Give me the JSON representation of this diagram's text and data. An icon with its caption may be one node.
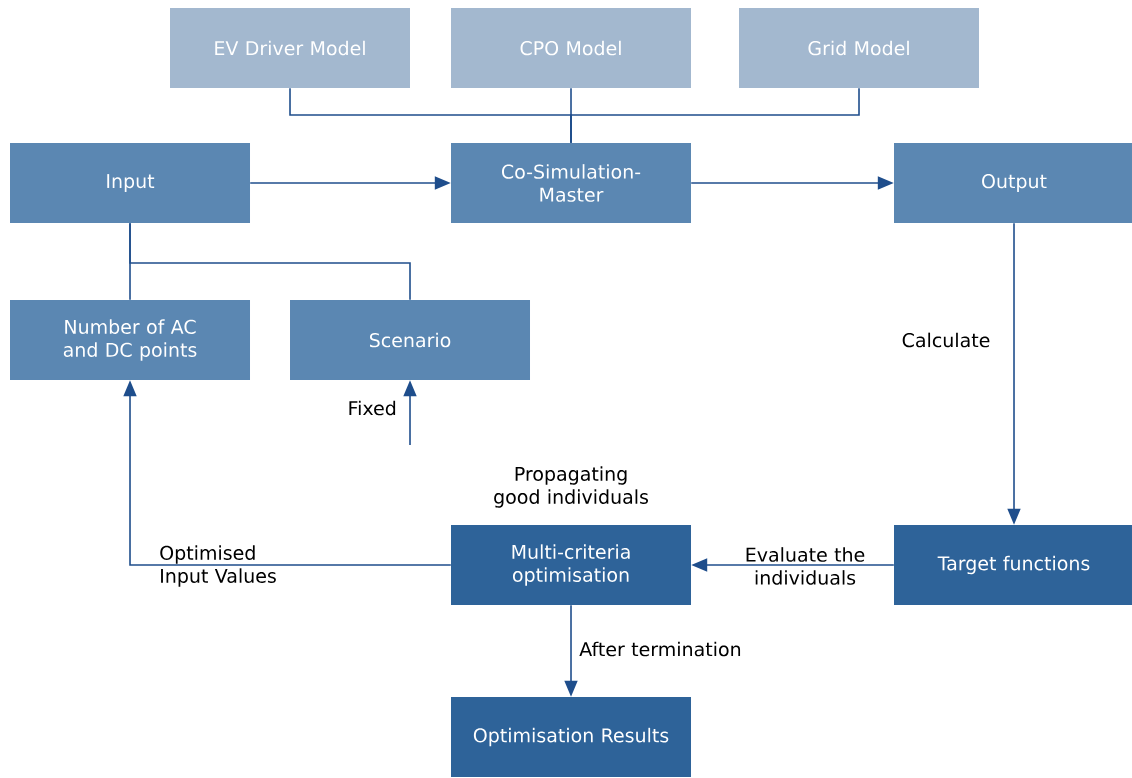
{
  "diagram": {
    "nodes": [
      {
        "text": [
          "EV Driver Model"
        ]
      },
      {
        "text": [
          "CPO Model"
        ]
      },
      {
        "text": [
          "Grid Model"
        ]
      },
      {
        "text": [
          "Input"
        ]
      },
      {
        "text": [
          "Co-Simulation-Master"
        ]
      },
      {
        "text": [
          "Output"
        ]
      },
      {
        "text": [
          "Number of AC and DC points"
        ]
      },
      {
        "text": [
          "Scenario"
        ]
      },
      {
        "text": [
          "Multi-criteria optimisation"
        ],
        "beside": [
          "Propagating good individuals"
        ]
      },
      {
        "text": [
          "Target functions"
        ]
      },
      {
        "text": [
          "Optimisation Results"
        ]
      }
    ],
    "edges": [
      {
        "from": 0,
        "to": 4,
        "arrow": "none"
      },
      {
        "from": 1,
        "to": 4,
        "arrow": "none"
      },
      {
        "from": 2,
        "to": 4,
        "arrow": "none"
      },
      {
        "from": 3,
        "to": 4,
        "arrow": "to"
      },
      {
        "from": 4,
        "to": 5,
        "arrow": "to"
      },
      {
        "from": 3,
        "to": 6,
        "arrow": "none"
      },
      {
        "from": 3,
        "to": 7,
        "arrow": "none"
      },
      {
        "from": null,
        "to": 7,
        "arrow": "to",
        "label": "Fixed"
      },
      {
        "from": 5,
        "to": 9,
        "arrow": "to",
        "label": "Calculate"
      },
      {
        "from": 9,
        "to": 8,
        "arrow": "to",
        "label": "Evaluate the individuals"
      },
      {
        "from": 8,
        "to": 6,
        "arrow": "to",
        "label": "Optimised Input Values"
      },
      {
        "from": 8,
        "to": 10,
        "arrow": "to",
        "label": "After termination"
      }
    ]
  }
}
